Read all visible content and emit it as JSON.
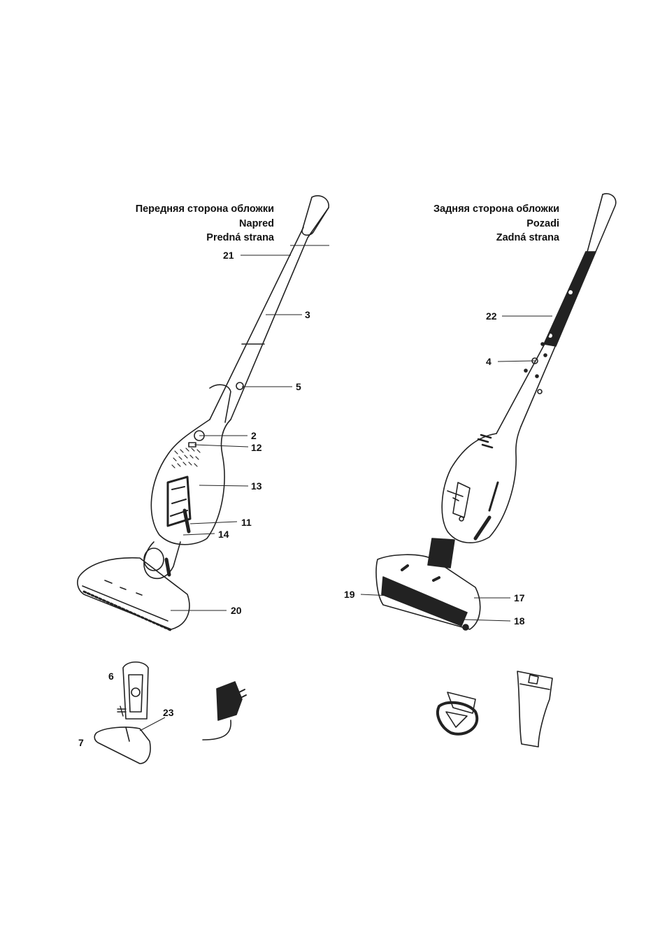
{
  "front_header": [
    "Передняя сторона обложки",
    "Napred",
    "Predná strana"
  ],
  "back_header": [
    "Задняя сторона обложки",
    "Pozadi",
    "Zadná strana"
  ],
  "callouts": {
    "c21": "21",
    "c3": "3",
    "c5": "5",
    "c2": "2",
    "c12": "12",
    "c13": "13",
    "c11": "11",
    "c14": "14",
    "c20": "20",
    "c22": "22",
    "c4": "4",
    "c19": "19",
    "c17": "17",
    "c18": "18",
    "c6": "6",
    "c23": "23",
    "c7": "7"
  }
}
